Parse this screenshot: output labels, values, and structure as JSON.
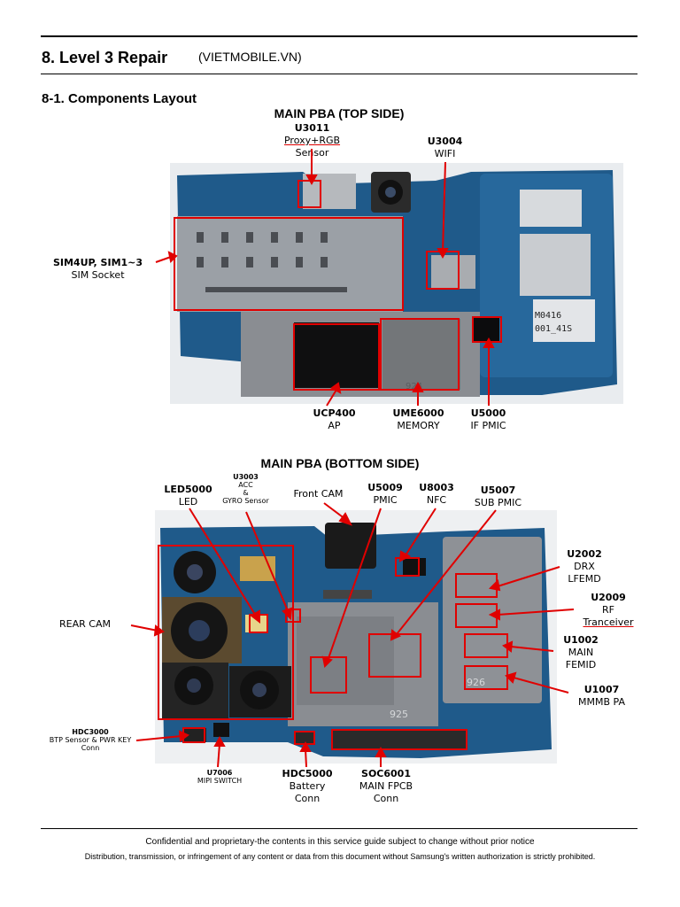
{
  "header": {
    "title": "8. Level 3 Repair",
    "site": "(VIETMOBILE.VN)"
  },
  "section": {
    "title": "8-1. Components Layout"
  },
  "top": {
    "title": "MAIN PBA (TOP SIDE)",
    "labels": {
      "u3011": {
        "id": "U3011",
        "l1": "Proxy+RGB",
        "l2": "Sensor"
      },
      "u3004": {
        "id": "U3004",
        "l1": "WIFI"
      },
      "sim": {
        "id": "SIM4UP, SIM1~3",
        "l1": "SIM Socket"
      },
      "ucp400": {
        "id": "UCP400",
        "l1": "AP"
      },
      "ume6000": {
        "id": "UME6000",
        "l1": "MEMORY"
      },
      "u5000": {
        "id": "U5000",
        "l1": "IF PMIC"
      }
    },
    "chip_text": {
      "m1": "M0416",
      "m2": "001_41S",
      "code": "924"
    }
  },
  "bottom": {
    "title": "MAIN PBA (BOTTOM SIDE)",
    "labels": {
      "led5000": {
        "id": "LED5000",
        "l1": "LED"
      },
      "u3003": {
        "id": "U3003",
        "l1": "ACC",
        "l2": "&",
        "l3": "GYRO Sensor"
      },
      "frontcam": {
        "id": "Front CAM"
      },
      "u5009": {
        "id": "U5009",
        "l1": "PMIC"
      },
      "u8003": {
        "id": "U8003",
        "l1": "NFC"
      },
      "u5007": {
        "id": "U5007",
        "l1": "SUB PMIC"
      },
      "u2002": {
        "id": "U2002",
        "l1": "DRX",
        "l2": "LFEMD"
      },
      "u2009": {
        "id": "U2009",
        "l1": "RF",
        "l2": "Tranceiver"
      },
      "u1002": {
        "id": "U1002",
        "l1": "MAIN",
        "l2": "FEMID"
      },
      "u1007": {
        "id": "U1007",
        "l1": "MMMB PA"
      },
      "rearcam": {
        "id": "REAR CAM"
      },
      "hdc3000": {
        "id": "HDC3000",
        "l1": "BTP Sensor & PWR KEY",
        "l2": "Conn"
      },
      "u7006": {
        "id": "U7006",
        "l1": "MIPI SWITCH"
      },
      "hdc5000": {
        "id": "HDC5000",
        "l1": "Battery",
        "l2": "Conn"
      },
      "soc6001": {
        "id": "SOC6001",
        "l1": "MAIN FPCB",
        "l2": "Conn"
      }
    },
    "chip_text": {
      "c926": "926",
      "c925": "925"
    }
  },
  "footer": {
    "line1": "Confidential and proprietary-the contents in this service guide subject to change without prior notice",
    "line2": "Distribution, transmission, or infringement of any content or data from this document without Samsung's written authorization is strictly prohibited."
  },
  "colors": {
    "annotation": "#e00000",
    "board": "#1f5a8a",
    "shield": "#8a8d92"
  }
}
